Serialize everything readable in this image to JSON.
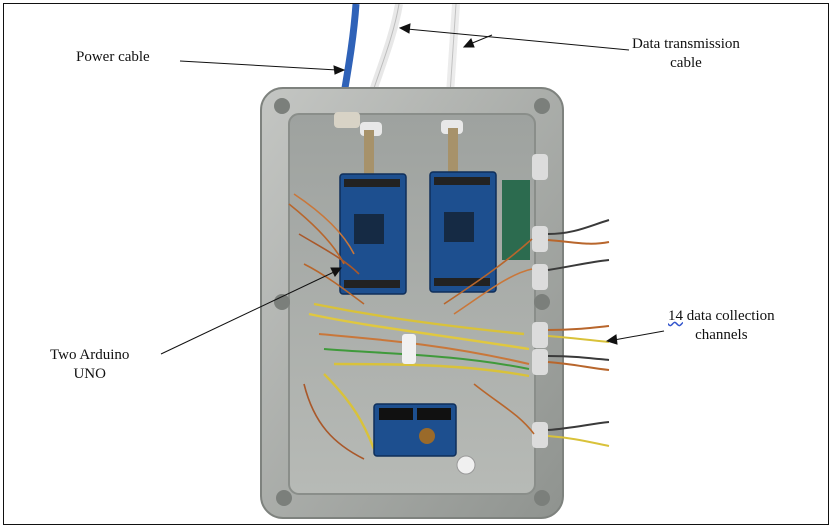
{
  "labels": {
    "power_cable": "Power cable",
    "data_cable_line1": "Data transmission",
    "data_cable_line2": "cable",
    "arduino_line1": "Two Arduino",
    "arduino_line2": "UNO",
    "channels_num": "14",
    "channels_line1_rest": " data collection",
    "channels_line2": "channels"
  },
  "colors": {
    "box_gray": "#a9aca9",
    "board_blue": "#1d4f8f",
    "wire_copper": "#b8662c",
    "wire_yellow": "#d9c23a"
  }
}
